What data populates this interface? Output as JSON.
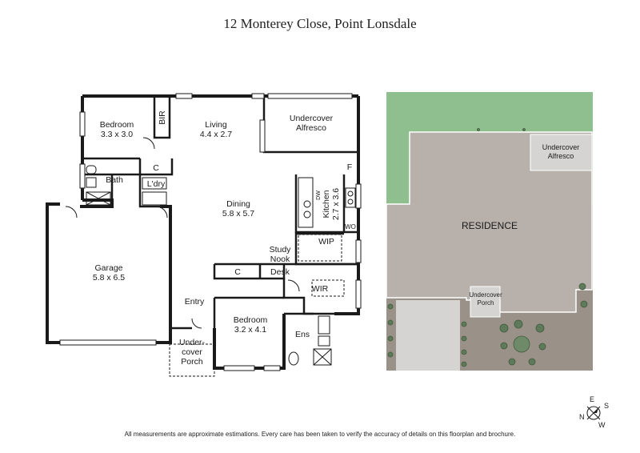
{
  "title": "12 Monterey Close, Point Lonsdale",
  "floorplan": {
    "rooms": {
      "bedroom1": {
        "name": "Bedroom",
        "size": "3.3 x 3.0"
      },
      "bir": "BIR",
      "living": {
        "name": "Living",
        "size": "4.4 x 2.7"
      },
      "alfresco": {
        "line1": "Undercover",
        "line2": "Alfresco"
      },
      "c1": "C",
      "bath": "Bath",
      "ldry": "L'dry",
      "f": "F",
      "dw": "DW",
      "kitchen": {
        "name": "Kitchen",
        "size": "2.7 x 3.6"
      },
      "dining": {
        "name": "Dining",
        "size": "5.8 x 5.7"
      },
      "wo": "WO",
      "wip": "WIP",
      "garage": {
        "name": "Garage",
        "size": "5.8 x 6.5"
      },
      "study": {
        "line1": "Study",
        "line2": "Nook"
      },
      "c2": "C",
      "desk": "Desk",
      "wir": "WIR",
      "entry": "Entry",
      "bedroom2": {
        "name": "Bedroom",
        "size": "3.2 x 4.1"
      },
      "ens": "Ens",
      "porch": {
        "line1": "Under-",
        "line2": "cover",
        "line3": "Porch"
      }
    }
  },
  "siteplan": {
    "residence": "RESIDENCE",
    "alfresco": {
      "line1": "Undercover",
      "line2": "Alfresco"
    },
    "porch": {
      "line1": "Undercover",
      "line2": "Porch"
    },
    "colors": {
      "lawn": "#8fbf8f",
      "residence": "#b8b0ab",
      "garden": "#9a9188",
      "driveway": "#d6d4d2"
    }
  },
  "compass": {
    "e": "E",
    "s": "S",
    "n": "N",
    "w": "W"
  },
  "disclaimer": "All measurements are approximate estimations. Every care has been taken to verify the accuracy of details on this floorplan and brochure."
}
